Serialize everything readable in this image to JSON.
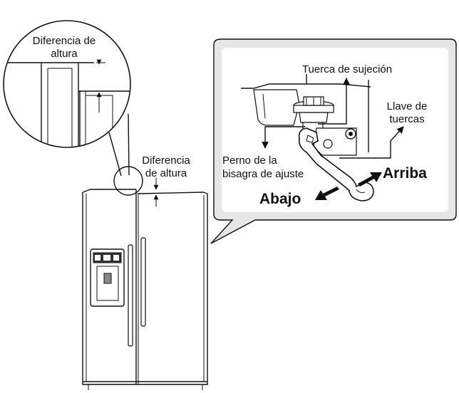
{
  "zoom_circle": {
    "label_line1": "Diferencia de",
    "label_line2": "altura"
  },
  "fridge": {
    "gap_label_line1": "Diferencia",
    "gap_label_line2": "de altura"
  },
  "detail_panel": {
    "background": "#e6e6e6",
    "nut_label": "Tuerca de sujeción",
    "wrench_label_line1": "Llave de",
    "wrench_label_line2": "tuercas",
    "bolt_label_line1": "Perno de la",
    "bolt_label_line2": "bisagra de ajuste",
    "up_label": "Arriba",
    "down_label": "Abajo"
  }
}
